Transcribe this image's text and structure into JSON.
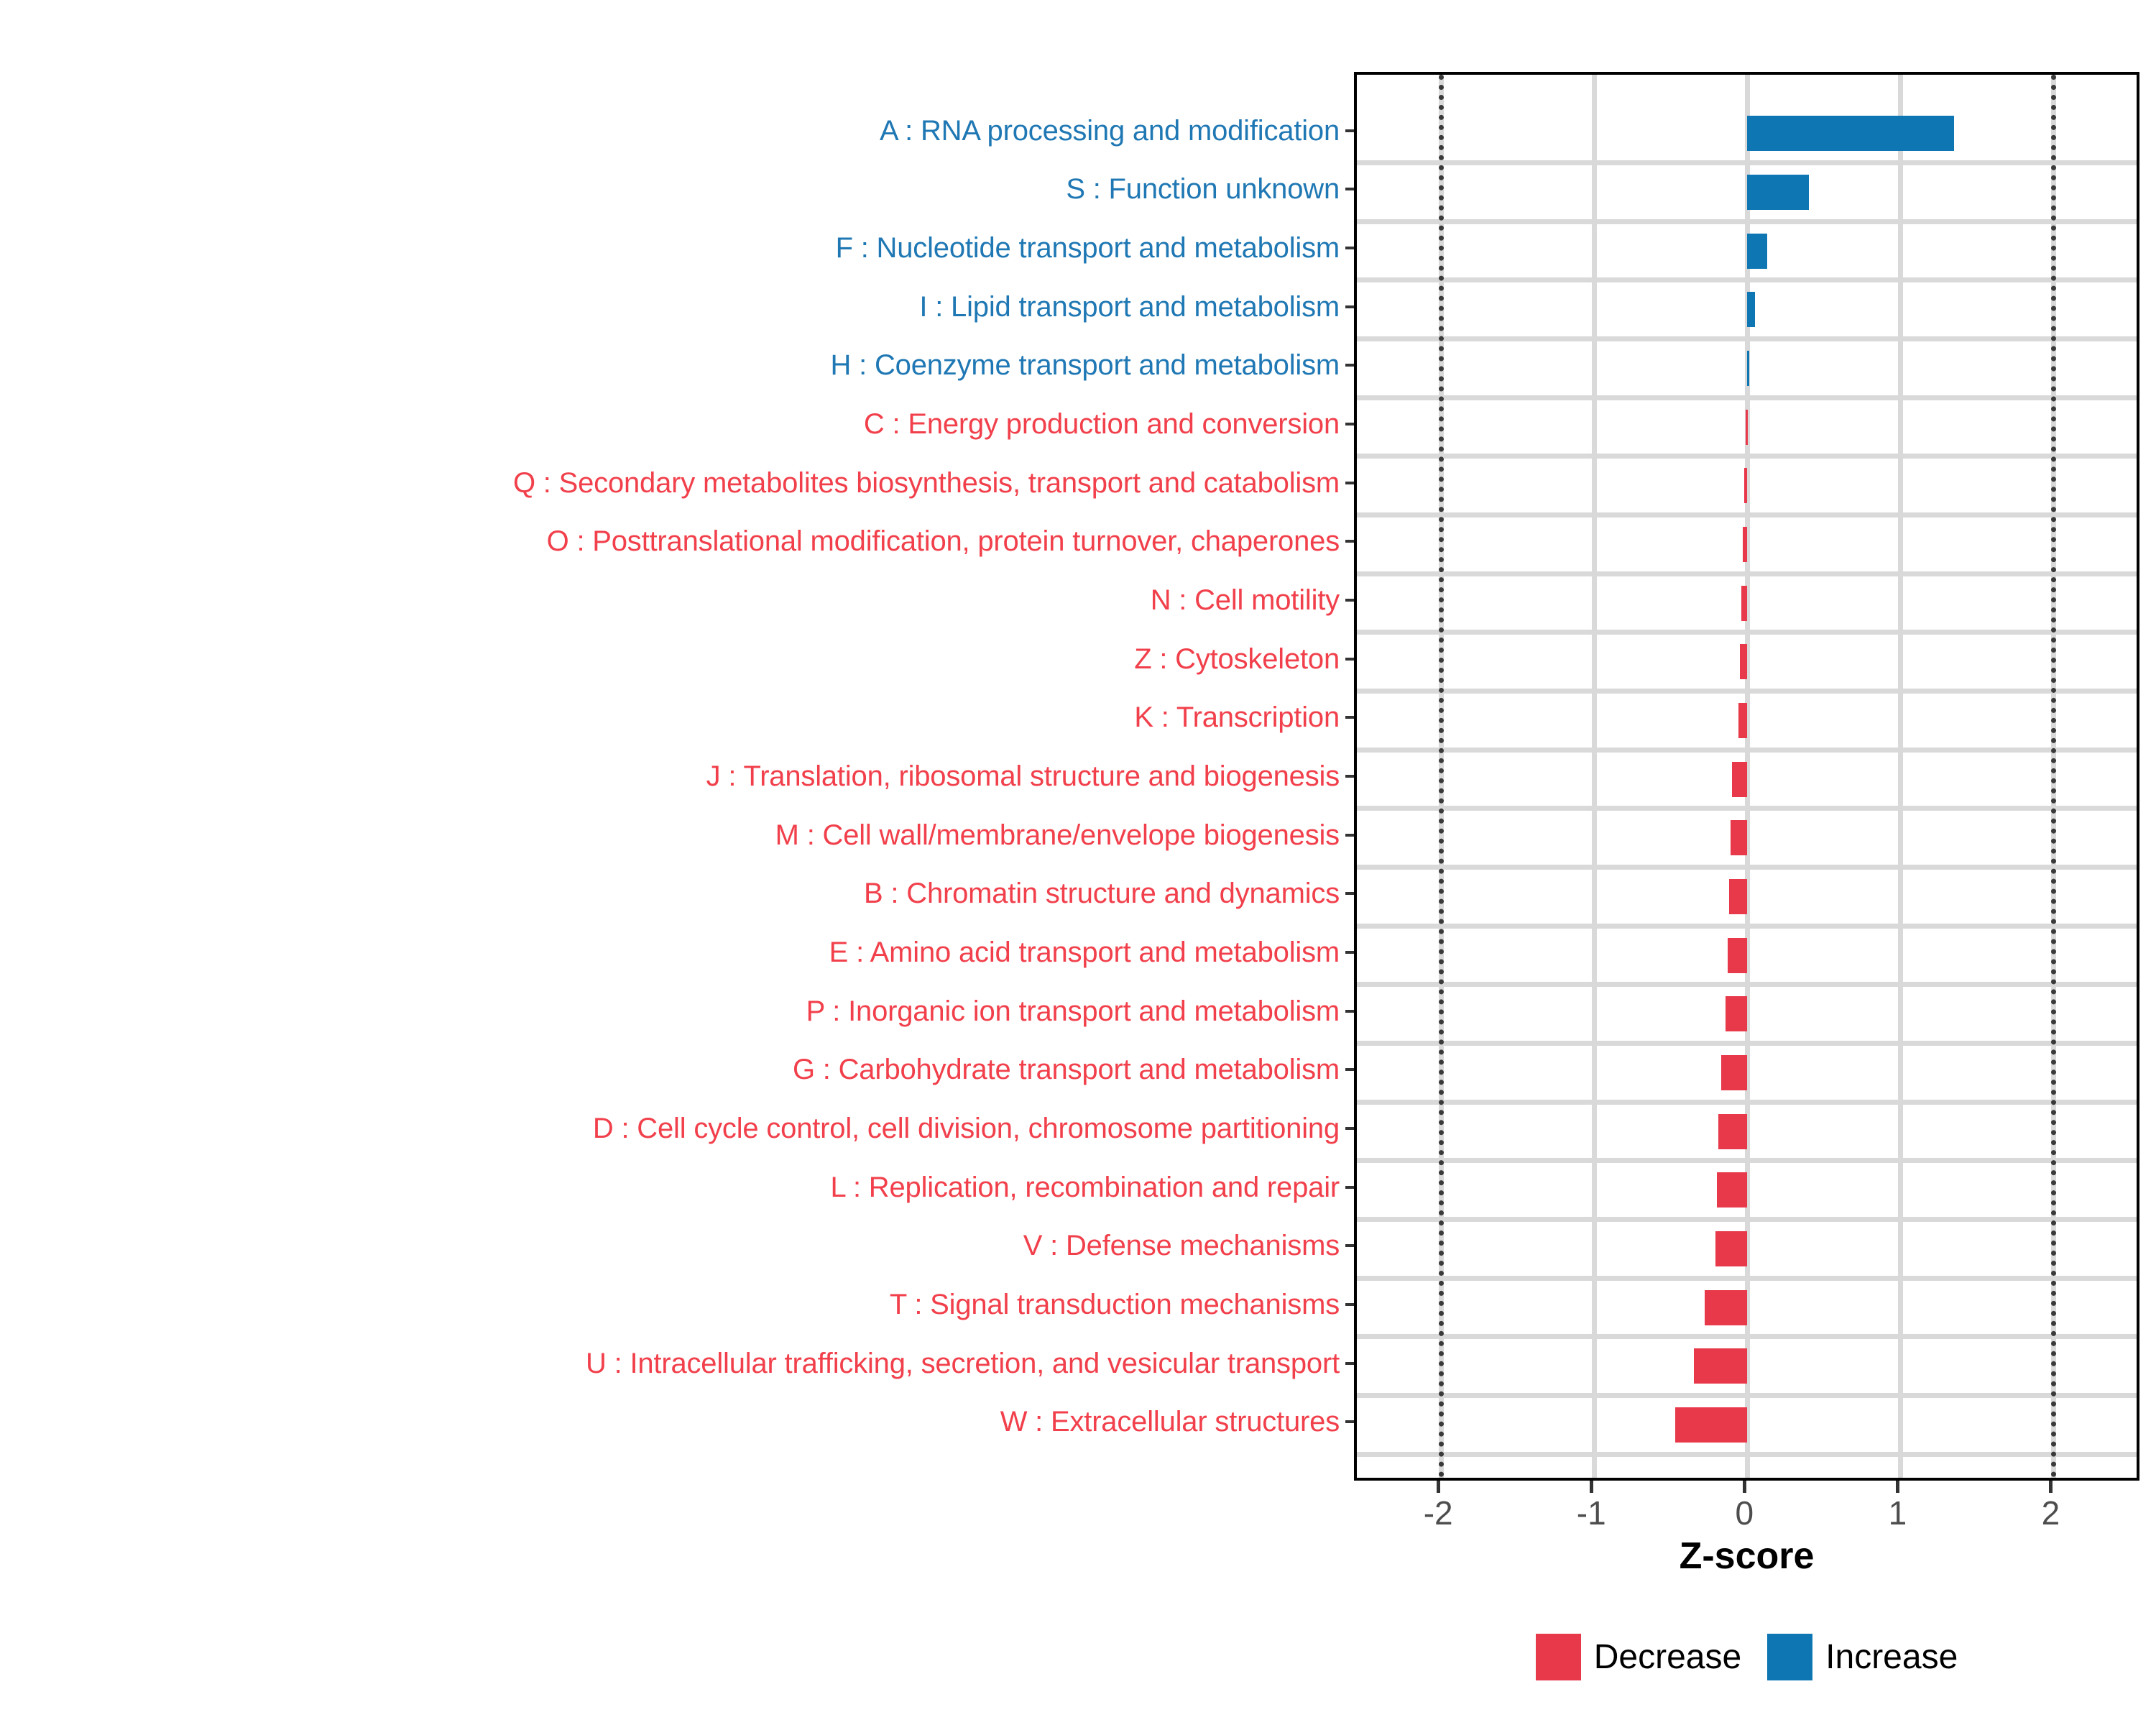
{
  "chart_data": {
    "type": "bar",
    "title": "",
    "xlabel": "Z-score",
    "ylabel": "",
    "orientation": "horizontal",
    "xlim": [
      -2.55,
      2.58
    ],
    "xticks": [
      -2,
      -1,
      0,
      1,
      2
    ],
    "xticklabels": [
      "-2",
      "-1",
      "0",
      "1",
      "2"
    ],
    "grid": true,
    "reference_lines": [
      -2,
      2
    ],
    "legend_position": "bottom",
    "colors": {
      "increase": "#0E77B3",
      "decrease": "#E8394B",
      "label_increase": "#1F78B4",
      "label_decrease": "#F1404B"
    },
    "legend": [
      {
        "label": "Decrease",
        "color": "#E8394B"
      },
      {
        "label": "Increase",
        "color": "#0E77B3"
      }
    ],
    "categories": [
      "A : RNA processing and modification",
      "S : Function unknown",
      "F : Nucleotide transport and metabolism",
      "I : Lipid transport and metabolism",
      "H : Coenzyme transport and metabolism",
      "C : Energy production and conversion",
      "Q : Secondary metabolites biosynthesis, transport and catabolism",
      "O : Posttranslational modification, protein turnover, chaperones",
      "N : Cell motility",
      "Z : Cytoskeleton",
      "K : Transcription",
      "J : Translation, ribosomal structure and biogenesis",
      "M : Cell wall/membrane/envelope biogenesis",
      "B : Chromatin structure and dynamics",
      "E : Amino acid transport and metabolism",
      "P : Inorganic ion transport and metabolism",
      "G : Carbohydrate transport and metabolism",
      "D : Cell cycle control, cell division, chromosome partitioning",
      "L : Replication, recombination and repair",
      "V : Defense mechanisms",
      "T : Signal transduction mechanisms",
      "U : Intracellular trafficking, secretion, and vesicular transport",
      "W : Extracellular structures"
    ],
    "values": [
      1.35,
      0.4,
      0.13,
      0.05,
      0.01,
      -0.01,
      -0.02,
      -0.03,
      -0.04,
      -0.05,
      -0.06,
      -0.1,
      -0.11,
      -0.12,
      -0.13,
      -0.14,
      -0.17,
      -0.19,
      -0.2,
      -0.21,
      -0.28,
      -0.35,
      -0.47
    ],
    "direction": [
      "increase",
      "increase",
      "increase",
      "increase",
      "increase",
      "decrease",
      "decrease",
      "decrease",
      "decrease",
      "decrease",
      "decrease",
      "decrease",
      "decrease",
      "decrease",
      "decrease",
      "decrease",
      "decrease",
      "decrease",
      "decrease",
      "decrease",
      "decrease",
      "decrease",
      "decrease"
    ]
  }
}
